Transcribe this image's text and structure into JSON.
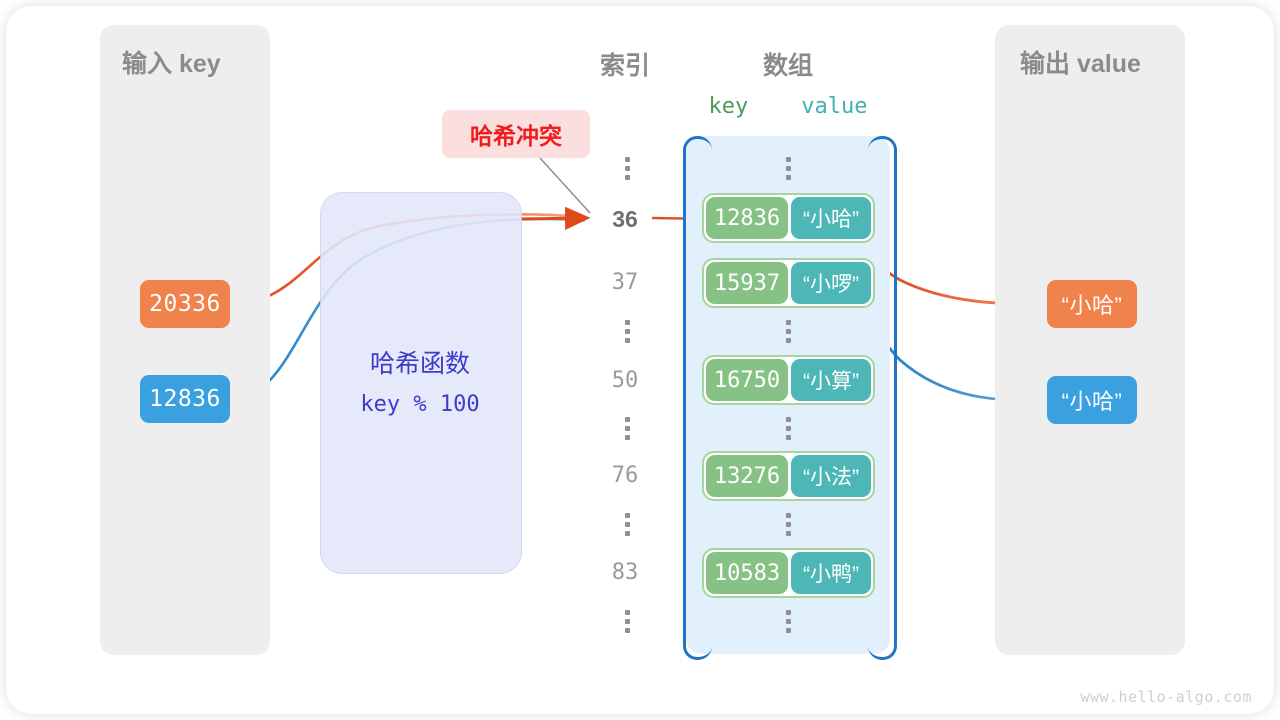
{
  "panels": {
    "input": {
      "title": "输入 key"
    },
    "output": {
      "title": "输出 value"
    }
  },
  "headers": {
    "index": "索引",
    "array": "数组",
    "key": "key",
    "value": "value"
  },
  "input_keys": [
    {
      "label": "20336",
      "color": "#f0824c"
    },
    {
      "label": "12836",
      "color": "#3aa0e0"
    }
  ],
  "hash_function": {
    "label": "哈希函数",
    "formula": "key % 100",
    "color": "#3c3ccb"
  },
  "collision_badge": {
    "label": "哈希冲突",
    "color": "#f01c1c",
    "background": "#fbdede"
  },
  "array_rows": [
    {
      "kind": "dots"
    },
    {
      "kind": "entry",
      "index": "36",
      "key": "12836",
      "value": "“小哈”",
      "highlight": true
    },
    {
      "kind": "entry",
      "index": "37",
      "key": "15937",
      "value": "“小啰”",
      "highlight": false
    },
    {
      "kind": "dots"
    },
    {
      "kind": "entry",
      "index": "50",
      "key": "16750",
      "value": "“小算”",
      "highlight": false
    },
    {
      "kind": "dots"
    },
    {
      "kind": "entry",
      "index": "76",
      "key": "13276",
      "value": "“小法”",
      "highlight": false
    },
    {
      "kind": "dots"
    },
    {
      "kind": "entry",
      "index": "83",
      "key": "10583",
      "value": "“小鸭”",
      "highlight": false
    },
    {
      "kind": "dots"
    }
  ],
  "output_values": [
    {
      "label": "“小哈”",
      "color": "#f0824c"
    },
    {
      "label": "“小哈”",
      "color": "#3aa0e0"
    }
  ],
  "colors": {
    "key_cell": "#86c286",
    "value_cell": "#4cb7b6",
    "array_fill": "#e2f0fb",
    "array_bracket": "#2175c4",
    "panel_fill": "#eeeeee",
    "hash_fill": "#e3e7fa",
    "orange_flow": "#e04a1a",
    "blue_flow": "#1f7fc4"
  },
  "watermark": "www.hello-algo.com"
}
